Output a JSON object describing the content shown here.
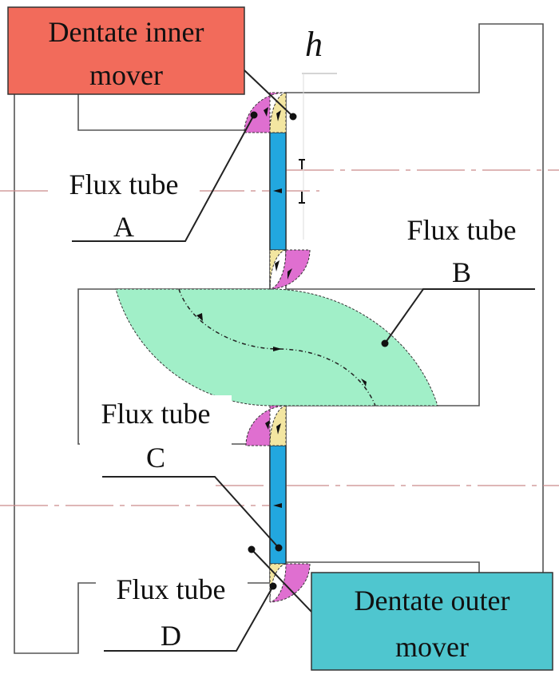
{
  "figure": {
    "dimension_label": "h",
    "movers": {
      "inner": {
        "label_line1": "Dentate inner",
        "label_line2": "mover",
        "fill": "#f26b5b"
      },
      "outer": {
        "label_line1": "Dentate outer",
        "label_line2": "mover",
        "fill": "#4fc6cf"
      }
    },
    "flux_tubes": [
      {
        "id": "A",
        "line1": "Flux tube",
        "line2": "A"
      },
      {
        "id": "B",
        "line1": "Flux tube",
        "line2": "B"
      },
      {
        "id": "C",
        "line1": "Flux tube",
        "line2": "C"
      },
      {
        "id": "D",
        "line1": "Flux tube",
        "line2": "D"
      }
    ],
    "colors": {
      "inner_hatch": "#9fd3d6",
      "outer_hatch": "#c7a1b0",
      "air_gap": "#22a7df",
      "fringe_magenta": "#df6fd0",
      "fringe_yellow": "#f3e6a1",
      "tube_b": "#a1efc8"
    }
  }
}
